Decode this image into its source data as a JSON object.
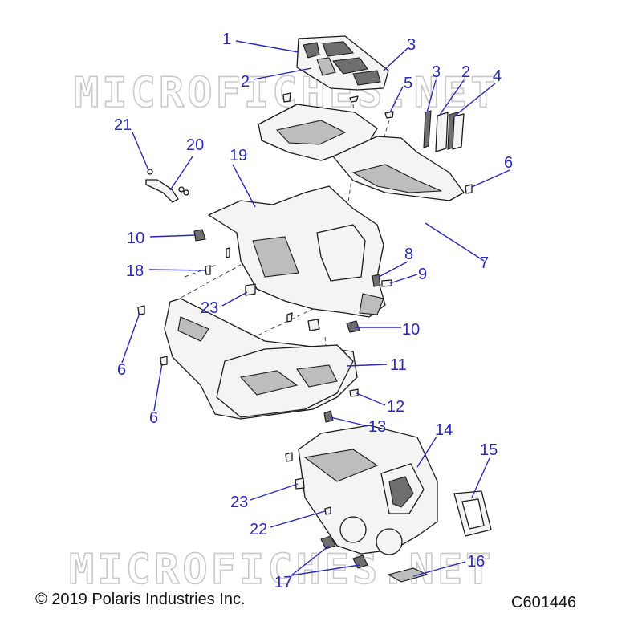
{
  "watermark": {
    "top": "MICROFICHES.NET",
    "bottom": "MICROFICHES.NET"
  },
  "footer": {
    "copyright": "© 2019 Polaris Industries Inc.",
    "diagram_code": "C601446"
  },
  "callouts": [
    {
      "id": "c1a",
      "text": "1"
    },
    {
      "id": "c2a",
      "text": "2"
    },
    {
      "id": "c3a",
      "text": "3"
    },
    {
      "id": "c5",
      "text": "5"
    },
    {
      "id": "c3b",
      "text": "3"
    },
    {
      "id": "c2b",
      "text": "2"
    },
    {
      "id": "c4",
      "text": "4"
    },
    {
      "id": "c21",
      "text": "21"
    },
    {
      "id": "c20",
      "text": "20"
    },
    {
      "id": "c19",
      "text": "19"
    },
    {
      "id": "c6a",
      "text": "6"
    },
    {
      "id": "c10a",
      "text": "10"
    },
    {
      "id": "c7",
      "text": "7"
    },
    {
      "id": "c8",
      "text": "8"
    },
    {
      "id": "c9",
      "text": "9"
    },
    {
      "id": "c18",
      "text": "18"
    },
    {
      "id": "c23a",
      "text": "23"
    },
    {
      "id": "c10b",
      "text": "10"
    },
    {
      "id": "c6b",
      "text": "6"
    },
    {
      "id": "c11",
      "text": "11"
    },
    {
      "id": "c12",
      "text": "12"
    },
    {
      "id": "c6c",
      "text": "6"
    },
    {
      "id": "c13",
      "text": "13"
    },
    {
      "id": "c14",
      "text": "14"
    },
    {
      "id": "c15",
      "text": "15"
    },
    {
      "id": "c23b",
      "text": "23"
    },
    {
      "id": "c22",
      "text": "22"
    },
    {
      "id": "c16",
      "text": "16"
    },
    {
      "id": "c17",
      "text": "17"
    }
  ]
}
